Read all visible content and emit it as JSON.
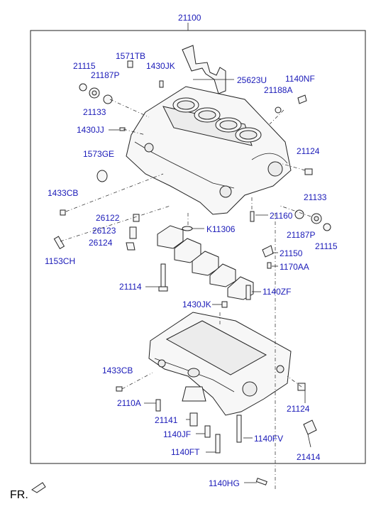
{
  "labels": {
    "top": "21100",
    "p21115a": "21115",
    "p1571TB": "1571TB",
    "p1430JKa": "1430JK",
    "p25623U": "25623U",
    "p1140NF": "1140NF",
    "p21187Pa": "21187P",
    "p21188A": "21188A",
    "p21133a": "21133",
    "p1430JJ": "1430JJ",
    "p1573GE": "1573GE",
    "p21124a": "21124",
    "p1433CBa": "1433CB",
    "p21133b": "21133",
    "p26122": "26122",
    "p21160": "21160",
    "p21187Pb": "21187P",
    "p26123": "26123",
    "pK11306": "K11306",
    "p26124": "26124",
    "p21115b": "21115",
    "p1153CH": "1153CH",
    "p21150": "21150",
    "p1170AA": "1170AA",
    "p21114": "21114",
    "p1140ZF": "1140ZF",
    "p1430JKb": "1430JK",
    "p1433CBb": "1433CB",
    "p2110A": "2110A",
    "p21124b": "21124",
    "p21141": "21141",
    "p1140JF": "1140JF",
    "p1140FV": "1140FV",
    "p1140FT": "1140FT",
    "p21414": "21414",
    "p1140HG": "1140HG",
    "fr": "FR."
  }
}
